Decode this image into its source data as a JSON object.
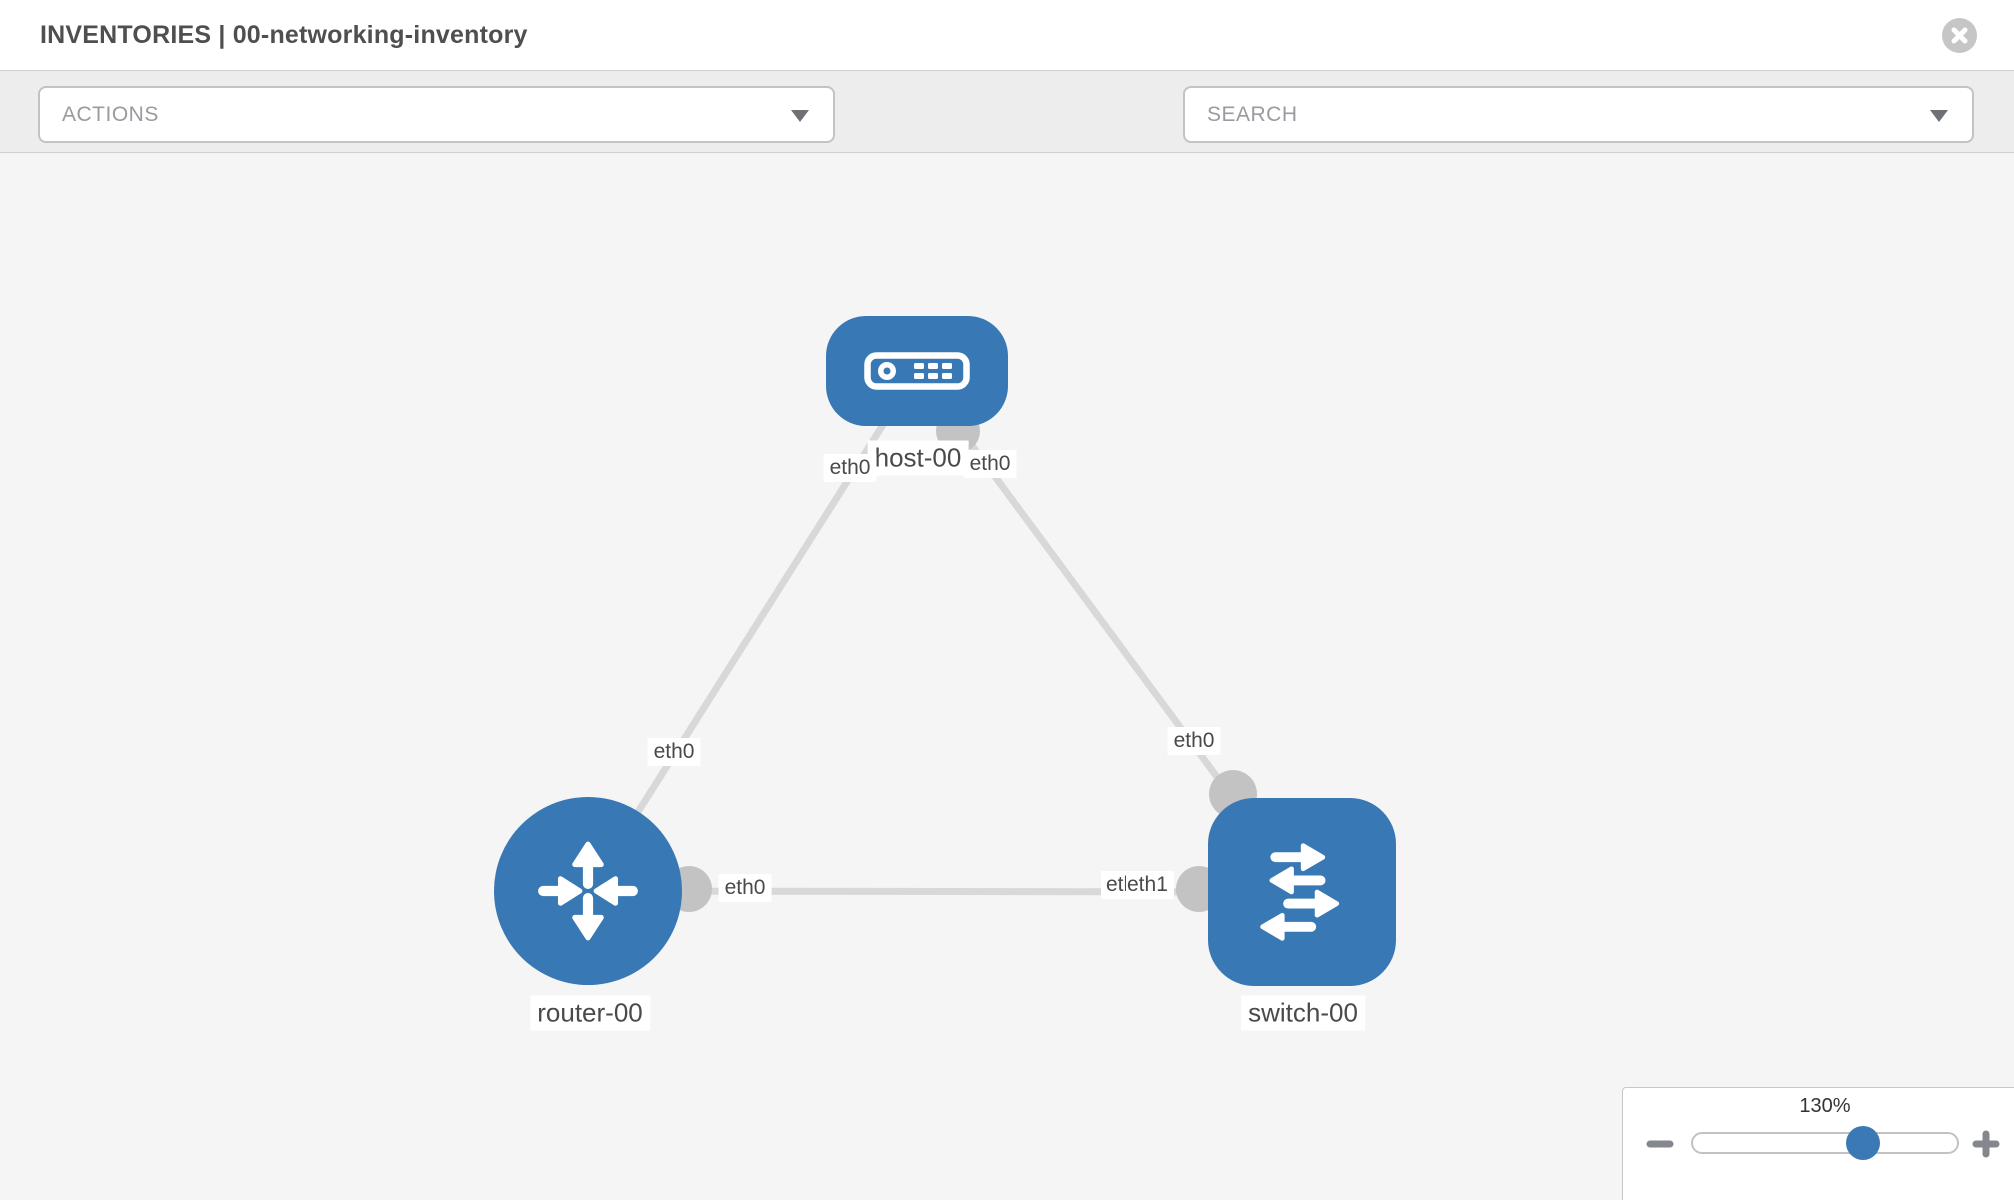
{
  "header": {
    "title": "INVENTORIES | 00-networking-inventory"
  },
  "toolbar": {
    "actions_label": "ACTIONS",
    "search_label": "SEARCH"
  },
  "topology": {
    "nodes": [
      {
        "id": "host-00",
        "type": "host",
        "label": "host-00"
      },
      {
        "id": "router-00",
        "type": "router",
        "label": "router-00"
      },
      {
        "id": "switch-00",
        "type": "switch",
        "label": "switch-00"
      }
    ],
    "links": [
      {
        "from": "host-00",
        "to": "router-00"
      },
      {
        "from": "host-00",
        "to": "switch-00"
      },
      {
        "from": "router-00",
        "to": "switch-00"
      }
    ],
    "interface_labels": {
      "host_left": "eth0",
      "host_right": "eth0",
      "host_router_mid": "eth0",
      "host_switch_mid": "eth0",
      "router_end": "eth0",
      "switch_end_back": "eth0",
      "switch_end_front": "eth1"
    }
  },
  "zoom_control": {
    "level": "130%"
  },
  "icons": {
    "close": "circle-x",
    "actions_caret": "chevron-down",
    "search_caret": "chevron-down",
    "wrench": "wrench",
    "key": "key",
    "zoom_out": "minus",
    "zoom_in": "plus"
  },
  "colors": {
    "node_blue": "#3878b4",
    "link_gray": "#d8d8d8",
    "endpoint_gray": "#c3c3c3",
    "toolbar_bg": "#ededed",
    "canvas_bg": "#f5f5f5",
    "title_text": "#4f4f4f",
    "control_text": "#9a9aa0"
  }
}
